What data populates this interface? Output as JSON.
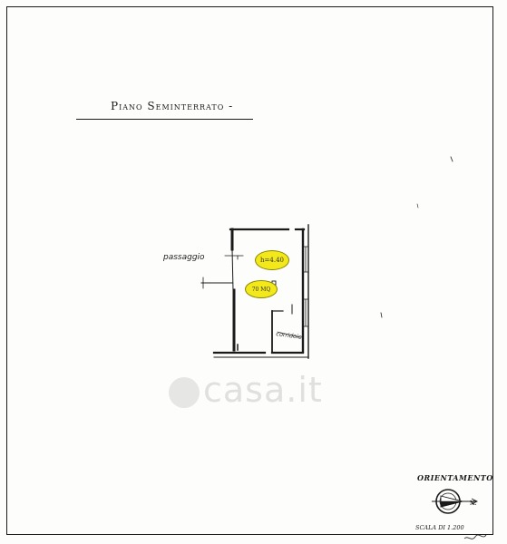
{
  "plan": {
    "title": "Piano Seminterrato -",
    "labels": {
      "passage": "passaggio",
      "corridor": "corridoio"
    },
    "badges": {
      "height": "h=4.40",
      "area": "70 MQ"
    },
    "orientation": {
      "label": "ORIENTAMENTO",
      "north": "N."
    },
    "scale": "SCALA DI 1.200",
    "watermark": "casa.it"
  },
  "colors": {
    "badge_fill": "#f2e81a",
    "ink": "#1a1a1a",
    "watermark": "#aaaaaa"
  },
  "icons": {
    "compass": "compass-rose-icon",
    "watermark_logo": "house-icon"
  }
}
